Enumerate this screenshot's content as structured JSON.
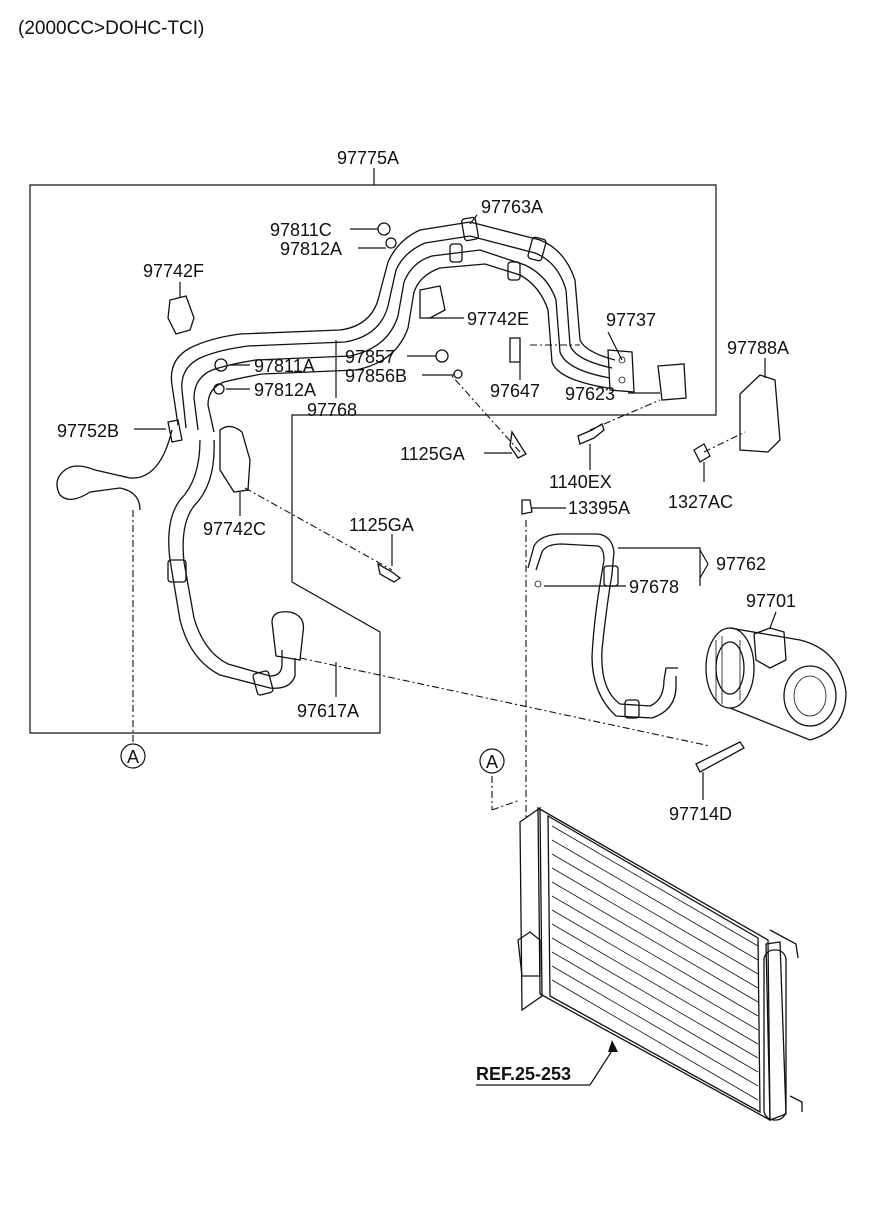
{
  "header": {
    "variant": "(2000CC>DOHC-TCI)"
  },
  "labels": {
    "p97775A": "97775A",
    "p97763A": "97763A",
    "p97811C": "97811C",
    "p97812A_top": "97812A",
    "p97742F": "97742F",
    "p97742E": "97742E",
    "p97737": "97737",
    "p97857": "97857",
    "p97856B": "97856B",
    "p97811A": "97811A",
    "p97812A_mid": "97812A",
    "p97768": "97768",
    "p97647": "97647",
    "p97623": "97623",
    "p97788A": "97788A",
    "p97752B": "97752B",
    "p1125GA_top": "1125GA",
    "p1140EX": "1140EX",
    "p1327AC": "1327AC",
    "p97742C": "97742C",
    "p13395A": "13395A",
    "p1125GA_mid": "1125GA",
    "p97762": "97762",
    "p97678": "97678",
    "p97701": "97701",
    "p97617A": "97617A",
    "p97714D": "97714D",
    "ref": "REF.25-253",
    "marker_a_left": "A",
    "marker_a_right": "A"
  }
}
